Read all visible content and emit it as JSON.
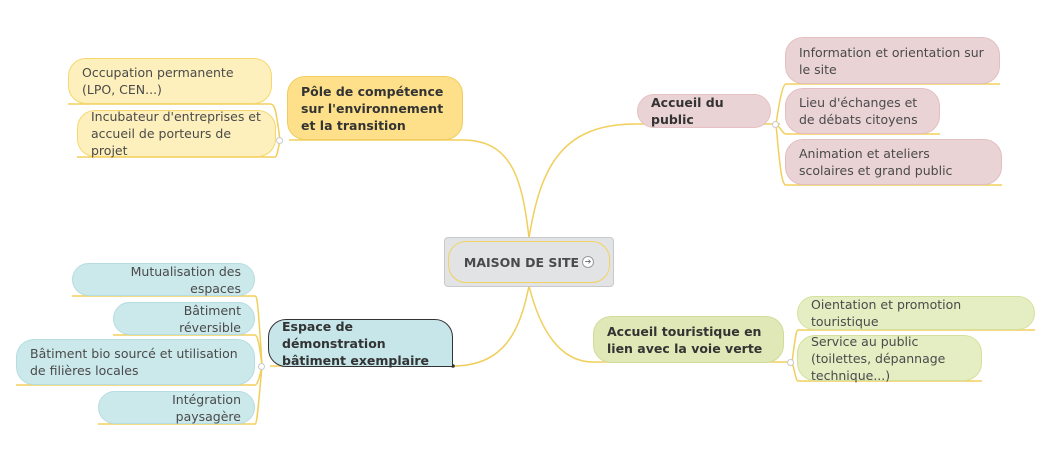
{
  "center": {
    "label": "MAISON DE SITE"
  },
  "branches": {
    "pole": {
      "label": "Pôle de compétence sur l'environnement et la transition",
      "children": [
        "Occupation permanente (LPO, CEN...)",
        "Incubateur d'entreprises et accueil de porteurs de projet"
      ]
    },
    "accueil_public": {
      "label": "Accueil du public",
      "children": [
        "Information et orientation sur le site",
        "Lieu d'échanges et de débats citoyens",
        "Animation et ateliers scolaires et grand public"
      ]
    },
    "espace_demo": {
      "label": "Espace de démonstration bâtiment exemplaire",
      "children": [
        "Mutualisation des espaces",
        "Bâtiment réversible",
        "Bâtiment bio sourcé et utilisation de filières locales",
        "Intégration paysagère"
      ]
    },
    "accueil_touristique": {
      "label": "Accueil touristique en lien avec la voie verte",
      "children": [
        "Oientation et promotion touristique",
        "Service au public (toilettes, dépannage technique...)"
      ]
    }
  },
  "colors": {
    "connector": "#f1cf5b",
    "yellow": "#fde089",
    "pink": "#ead3d5",
    "green": "#dfe8b6",
    "blue": "#c6e6e9"
  },
  "icons": {
    "center_link": "arrow-circle-icon"
  }
}
